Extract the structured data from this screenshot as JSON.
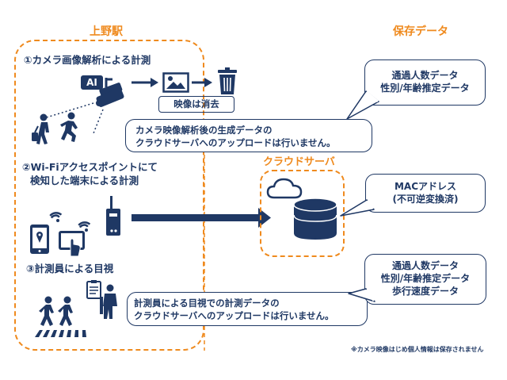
{
  "left_region": {
    "title": "上野駅",
    "section1": {
      "label": "①カメラ画像解析による計測",
      "ai_badge": "AI",
      "deleted_label": "映像は消去"
    },
    "section2": {
      "label_line1": "②Wi-Fiアクセスポイントにて",
      "label_line2": "検知した端末による計測"
    },
    "section3": {
      "label": "③計測員による目視"
    }
  },
  "right_region": {
    "title": "保存データ"
  },
  "cloud_server": {
    "title": "クラウドサーバ"
  },
  "callouts": {
    "camera_data": {
      "line1": "通過人数データ",
      "line2": "性別/年齢推定データ"
    },
    "camera_upload": {
      "line1": "カメラ映像解析後の生成データの",
      "line2": "クラウドサーバへのアップロードは行いません。"
    },
    "mac": {
      "line1": "MACアドレス",
      "line2": "(不可逆変換済)"
    },
    "survey_data": {
      "line1": "通過人数データ",
      "line2": "性別/年齢推定データ",
      "line3": "歩行速度データ"
    },
    "survey_upload": {
      "line1": "計測員による目視での計測データの",
      "line2": "クラウドサーバへのアップロードは行いません。"
    }
  },
  "footnote": "※カメラ映像はじめ個人情報は保存されません",
  "colors": {
    "navy": "#1f3864",
    "orange": "#ef8a1e"
  }
}
